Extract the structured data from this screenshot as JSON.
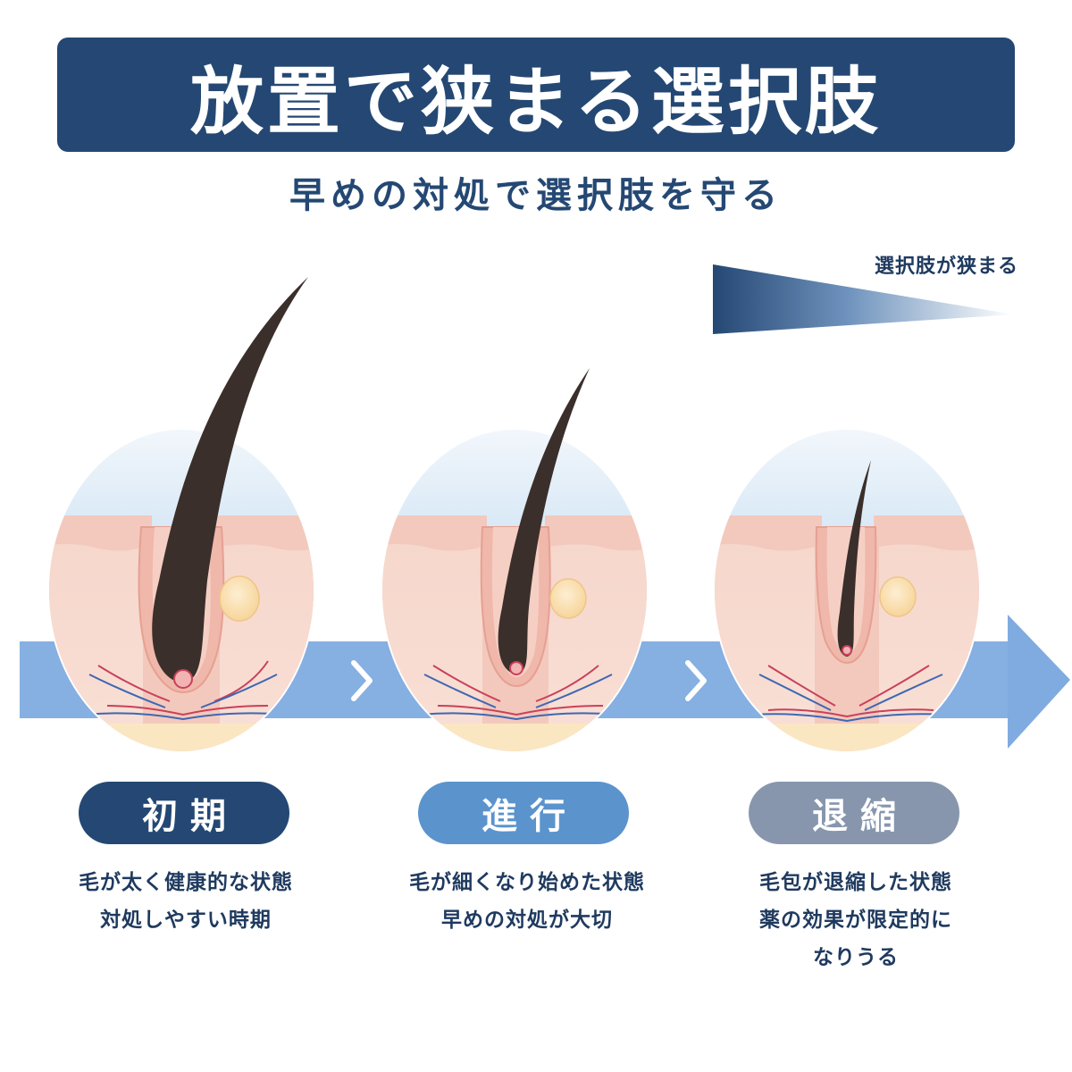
{
  "title": "放置で狭まる選択肢",
  "subtitle": "早めの対処で選択肢を守る",
  "narrowing_label": "選択肢が狭まる",
  "colors": {
    "navy": "#244873",
    "mid_blue": "#5b93cd",
    "gray_blue": "#8796ad",
    "arrow_blue": "#7aa6dd",
    "hair": "#3a2f2b",
    "skin": "#f5cfc4",
    "fat": "#fae3b6"
  },
  "stages": [
    {
      "badge": "初期",
      "color": "#244873",
      "lines": [
        "毛が太く健康的な状態",
        "対処しやすい時期"
      ]
    },
    {
      "badge": "進行",
      "color": "#5b93cd",
      "lines": [
        "毛が細くなり始めた状態",
        "早めの対処が大切"
      ]
    },
    {
      "badge": "退縮",
      "color": "#8796ad",
      "lines": [
        "毛包が退縮した状態",
        "薬の効果が限定的に",
        "なりうる"
      ]
    }
  ],
  "icons": [
    "chevron-right-icon",
    "arrow-right-icon"
  ]
}
